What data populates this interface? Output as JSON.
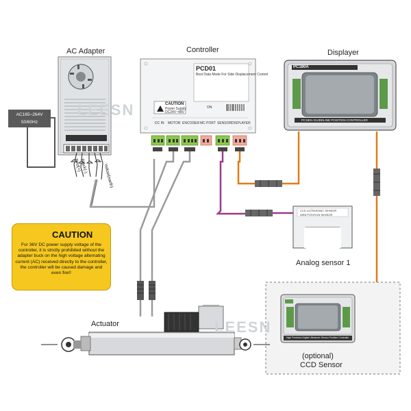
{
  "titles": {
    "ac_adapter": "AC Adapter",
    "controller": "Controller",
    "displayer": "Displayer",
    "analog_sensor": "Analog sensor 1",
    "actuator": "Actuator",
    "optional": "(optional)",
    "ccd_sensor": "CCD Sensor"
  },
  "ac_input": {
    "line1": "AC165~264V",
    "line2": "50/60Hz"
  },
  "wire_labels": {
    "red": "Red(+)",
    "black": "Black(-)",
    "yellow": "Yellow(earth)"
  },
  "controller_panel": {
    "model": "PCD01",
    "subtitle": "Best Data Mode For Side Displacement Control",
    "caution": "CAUTION",
    "caution_sub1": "Power Supply",
    "caution_sub2": "DC24V~48V",
    "on_label": "ON",
    "ports": [
      "DC IN",
      "MOTOR",
      "ENCODER",
      "MC PORT",
      "SENSOR",
      "DISPLAYER"
    ]
  },
  "displayer_panel": {
    "model": "PC180A",
    "bottom": "PC180A GUIDELINE POSITION CONTROLLER"
  },
  "sensor_panel": {
    "line1": "CCD ULTRASONIC SENSOR",
    "line2": "WEB POSITION SENSOR"
  },
  "ccd_panel": {
    "bottom": "High Precision Digital Ultrasonic Sensor Position Controller"
  },
  "caution_note": {
    "title": "CAUTION",
    "text": "For 36V DC power supply voltage of the controller, it is strictly prohibited without the adapter buck on the high voltage alternating current (AC) received directly to the controller, the controller will be caused damage and even fire!!"
  },
  "brand": "LEESN",
  "colors": {
    "caution_bg": "#f6c81f",
    "orange_cable": "#e07b16",
    "purple_cable": "#9a3b8a",
    "gray_cable": "#9a9a9a",
    "terminal_green": "#8cc84b",
    "terminal_pink": "#f2a89a",
    "screen_green": "#5c9a4a"
  }
}
